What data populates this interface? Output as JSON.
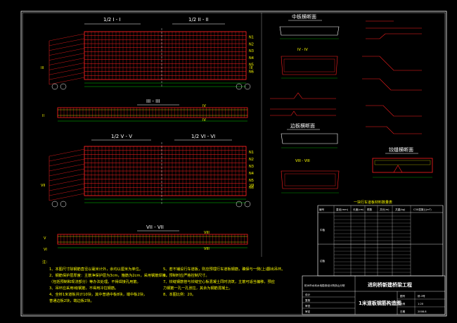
{
  "section_labels": {
    "half_1_1": "1/2 I - I",
    "half_2_2": "1/2 II - II",
    "sec_3_3": "III - III",
    "half_5_5": "1/2 V - V",
    "half_6_6": "1/2 VI - VI",
    "sec_7_7": "VII - VII",
    "sec_4_4": "IV - IV",
    "sec_8_8": "VIII - VIII"
  },
  "detail_titles": {
    "mid_plate": "中板横断面",
    "edge_plate": "边板横断面",
    "joint": "铰缝横断面",
    "table": "一块行车道板材料数量表"
  },
  "notes": {
    "heading": "注：",
    "left": [
      "1、本图尺寸除钢筋直径以毫米计外，余均以厘米为单位。",
      "2、钢筋保护层厚度：主筋净保护层为3cm，箍筋为2cm，采用钢筋焊接，",
      "   （包括预制和现浇部分）等办法处理。不得焊接孔用筋。",
      "3、吊环应采用I级钢筋，不得用冷拉钢筋。",
      "4、全桥1米道板共计10块，其中普通中板8块，端中板2块，",
      "   普通边板2块，端边板2块。"
    ],
    "right": [
      "5、若不铺设行车道板，则应预埋行车道板钢筋，确保与一侧(上)翻出吊环。",
      "6、预制时应严格控制尺寸。",
      "7、铰缝钢筋管与铰缝空心板混凝土同时浇筑，主筋可适当偏移，预应",
      "   力钢筋一孔一孔张拉，其余为钢筋混凝土。",
      "8、本图比例：20。"
    ]
  },
  "title_block": {
    "org": "杭州市水利水电勘测设计院浙山分院",
    "project": "进利桥新建桥梁工程",
    "drawing_name": "1米道板钢筋构造图",
    "rows": [
      "设计",
      "复核",
      "审查",
      "审定"
    ],
    "fields": [
      "图号",
      "桥-3号",
      "比例",
      "1:20",
      "日期",
      "2008.8"
    ],
    "scale_label": "比例",
    "date_label": "日期"
  },
  "table": {
    "headers": [
      "编号",
      "直径(mm)",
      "长度(cm)",
      "根数",
      "共长(m)",
      "共重(kg)",
      "C30混凝土(m³)"
    ],
    "group_labels": [
      "中板",
      "边板"
    ]
  },
  "circle_labels": [
    "①",
    "②",
    "③",
    "④",
    "⑤",
    "⑥"
  ],
  "colors": {
    "rebar": "#ff2020",
    "frame": "#ffffff",
    "dim": "#00ff00",
    "text": "#ffffff",
    "highlight": "#ffff00",
    "cyan": "#00ffff"
  }
}
